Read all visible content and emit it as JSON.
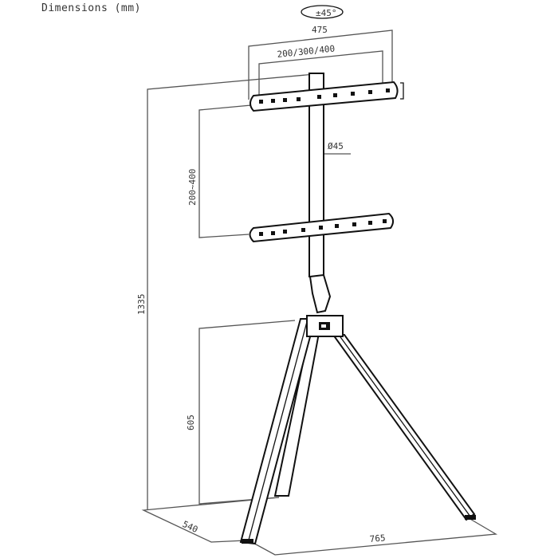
{
  "title": "Dimensions (mm)",
  "labels": {
    "rotation": "±45°",
    "width_overall": "475",
    "vesa": "200/300/400",
    "pole_diameter": "Ø45",
    "bracket_spacing": "200~400",
    "height_total": "1335",
    "height_hub": "605",
    "depth": "540",
    "base_width": "765"
  }
}
